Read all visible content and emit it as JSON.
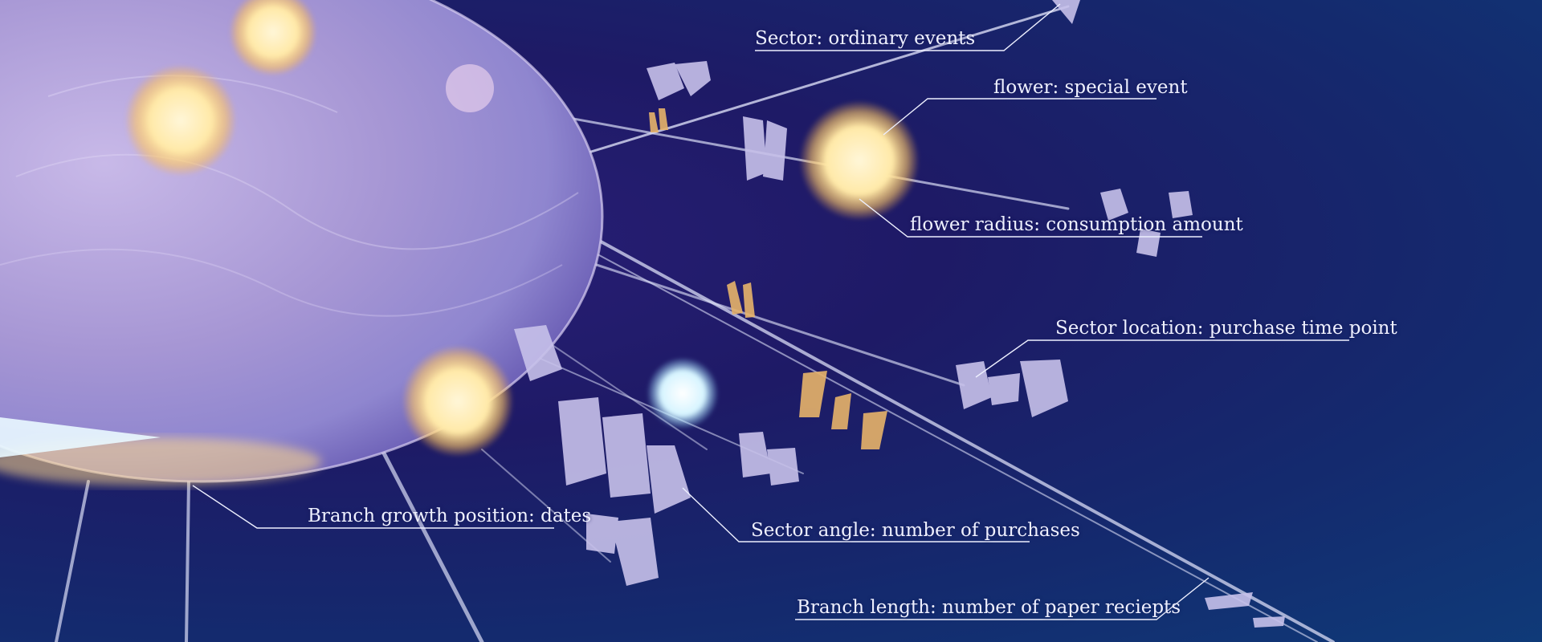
{
  "annotations": {
    "sector_ordinary": "Sector: ordinary events",
    "flower_special": "flower: special event",
    "flower_radius": "flower radius: consumption amount",
    "sector_location": "Sector location: purchase time point",
    "branch_growth": "Branch growth position: dates",
    "sector_angle": "Sector angle: number of purchases",
    "branch_length": "Branch length: number of paper reciepts"
  },
  "colors": {
    "background": "#1e1a66",
    "sphere": "#b7a6dc",
    "petal": "#c9c2ec",
    "flower_glow": "#fff1c2",
    "line": "#e6e8ff"
  }
}
